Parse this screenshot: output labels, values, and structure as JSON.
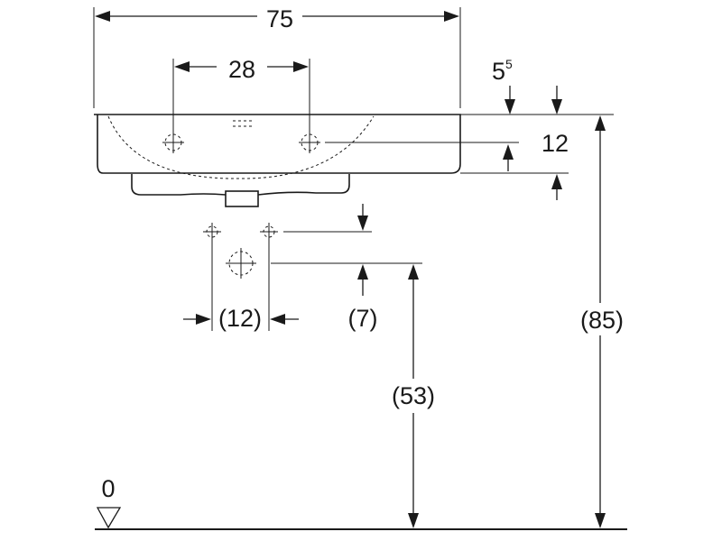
{
  "labels": {
    "overall_width": "75",
    "tap_spacing": "28",
    "rim_offset_main": "5",
    "rim_offset_sup": "5",
    "basin_depth": "12",
    "overall_height": "(85)",
    "drain_height": "(53)",
    "supply_offset": "(7)",
    "supply_spacing": "(12)",
    "floor_level": "0"
  },
  "colors": {
    "ink": "#1a1a1a",
    "background": "#ffffff"
  }
}
